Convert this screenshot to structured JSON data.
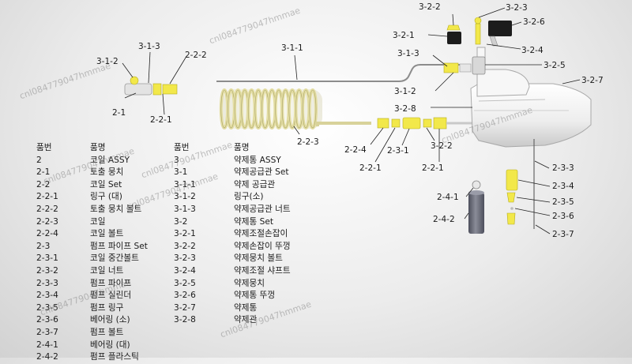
{
  "callouts": {
    "c_3_1_2": "3-1-2",
    "c_3_1_3": "3-1-3",
    "c_2_2_2": "2-2-2",
    "c_3_1_1": "3-1-1",
    "c_2_1": "2-1",
    "c_2_2_1_left": "2-2-1",
    "c_2_2_3": "2-2-3",
    "c_3_2_2": "3-2-2",
    "c_3_2_3": "3-2-3",
    "c_3_2_6": "3-2-6",
    "c_3_2_1": "3-2-1",
    "c_3_1_3_right": "3-1-3",
    "c_3_2_4": "3-2-4",
    "c_3_2_5": "3-2-5",
    "c_3_2_7": "3-2-7",
    "c_3_1_2_right": "3-1-2",
    "c_3_2_8": "3-2-8",
    "c_2_2_4": "2-2-4",
    "c_2_3_1": "2-3-1",
    "c_3_2_2_lower": "3-2-2",
    "c_2_2_1_mid": "2-2-1",
    "c_2_2_1_right": "2-2-1",
    "c_2_3_3": "2-3-3",
    "c_2_3_4": "2-3-4",
    "c_2_4_1": "2-4-1",
    "c_2_3_5": "2-3-5",
    "c_2_3_6": "2-3-6",
    "c_2_4_2": "2-4-2",
    "c_2_3_7": "2-3-7"
  },
  "table": {
    "header_no": "품번",
    "header_name": "품명",
    "left": [
      {
        "no": "2",
        "name": "코일 ASSY"
      },
      {
        "no": "2-1",
        "name": "토출 뭉치"
      },
      {
        "no": "2-2",
        "name": "코일 Set"
      },
      {
        "no": "2-2-1",
        "name": "링구 (대)"
      },
      {
        "no": "2-2-2",
        "name": "토출 뭉치 볼트"
      },
      {
        "no": "2-2-3",
        "name": "코일"
      },
      {
        "no": "2-2-4",
        "name": "코일 볼트"
      },
      {
        "no": "2-3",
        "name": "펌프 파이프 Set"
      },
      {
        "no": "2-3-1",
        "name": "코일 중간볼트"
      },
      {
        "no": "2-3-2",
        "name": "코일 너트"
      },
      {
        "no": "2-3-3",
        "name": "펌프 파이프"
      },
      {
        "no": "2-3-4",
        "name": "펌프 실린더"
      },
      {
        "no": "2-3-5",
        "name": "펌프 링구"
      },
      {
        "no": "2-3-6",
        "name": "베어링 (소)"
      },
      {
        "no": "2-3-7",
        "name": "펌프 볼트"
      },
      {
        "no": "2-4-1",
        "name": "베어링 (대)"
      },
      {
        "no": "2-4-2",
        "name": "펌프 플라스틱"
      }
    ],
    "right": [
      {
        "no": "3",
        "name": "약제통 ASSY"
      },
      {
        "no": "3-1",
        "name": "약제공급관 Set"
      },
      {
        "no": "3-1-1",
        "name": "약제 공급관"
      },
      {
        "no": "3-1-2",
        "name": "링구(소)"
      },
      {
        "no": "3-1-3",
        "name": "약제공급관 너트"
      },
      {
        "no": "3-2",
        "name": "약제통 Set"
      },
      {
        "no": "3-2-1",
        "name": "약제조절손잡이"
      },
      {
        "no": "3-2-2",
        "name": "약제손잡이 뚜껑"
      },
      {
        "no": "3-2-3",
        "name": "약제뭉치 볼트"
      },
      {
        "no": "3-2-4",
        "name": "약제조절 샤프트"
      },
      {
        "no": "3-2-5",
        "name": "약제뭉치"
      },
      {
        "no": "3-2-6",
        "name": "약제통 뚜껑"
      },
      {
        "no": "3-2-7",
        "name": "약제통"
      },
      {
        "no": "3-2-8",
        "name": "약제관"
      }
    ]
  },
  "watermark": "cnl084779047hmmae",
  "colors": {
    "brass": "#f2e84a",
    "coil": "#ece7b0",
    "dark_cap": "#1c1c1c",
    "tank": "#f4f4f4",
    "cylinder": "#6f7180"
  }
}
